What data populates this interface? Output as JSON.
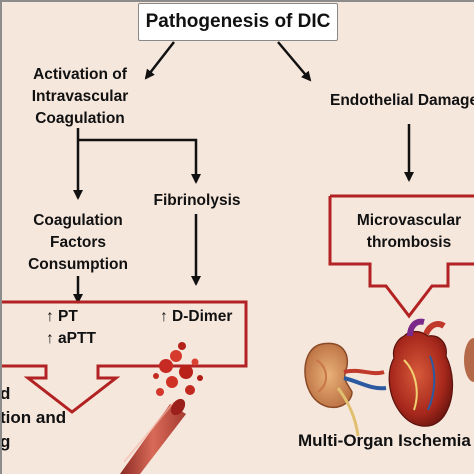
{
  "title": "Pathogenesis of DIC",
  "nodes": {
    "activation": "Activation of\nIntravascular\nCoagulation",
    "endothelial": "Endothelial Damage",
    "coag_factors": "Coagulation\nFactors\nConsumption",
    "fibrinolysis": "Fibrinolysis",
    "microvascular": "Microvascular\nthrombosis",
    "pt": "↑ PT",
    "aptt": "↑ aPTT",
    "ddimer": "↑ D-Dimer",
    "bleeding": "d\ntion and\ng",
    "ischemia": "Multi-Organ Ischemia"
  },
  "colors": {
    "background": "#f6e7dd",
    "arrow_outline": "#b22222",
    "text": "#111111"
  },
  "icons": [
    "kidney-image",
    "heart-image",
    "blood-vessel-image"
  ]
}
